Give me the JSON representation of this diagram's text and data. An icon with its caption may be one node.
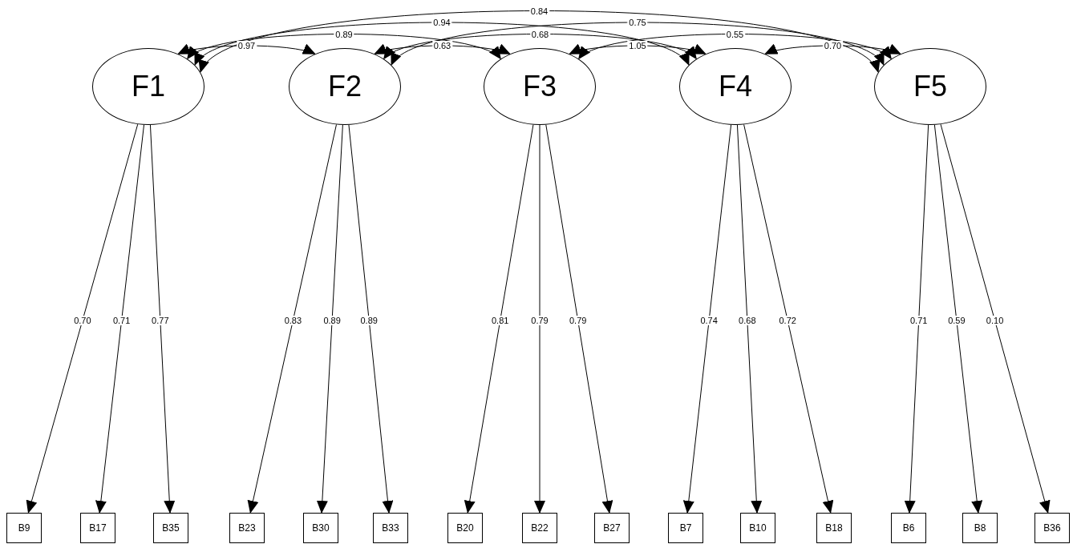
{
  "diagram": {
    "nodes": [
      {
        "text": [
          "F1"
        ]
      },
      {
        "text": [
          "F2"
        ]
      },
      {
        "text": [
          "F3"
        ]
      },
      {
        "text": [
          "F4"
        ]
      },
      {
        "text": [
          "F5"
        ]
      },
      {
        "text": [
          "B9"
        ]
      },
      {
        "text": [
          "B17"
        ]
      },
      {
        "text": [
          "B35"
        ]
      },
      {
        "text": [
          "B23"
        ]
      },
      {
        "text": [
          "B30"
        ]
      },
      {
        "text": [
          "B33"
        ]
      },
      {
        "text": [
          "B20"
        ]
      },
      {
        "text": [
          "B22"
        ]
      },
      {
        "text": [
          "B27"
        ]
      },
      {
        "text": [
          "B7"
        ]
      },
      {
        "text": [
          "B10"
        ]
      },
      {
        "text": [
          "B18"
        ]
      },
      {
        "text": [
          "B6"
        ]
      },
      {
        "text": [
          "B8"
        ]
      },
      {
        "text": [
          "B36"
        ]
      }
    ],
    "edges": [
      {
        "from": 0,
        "to": 1,
        "arrow": "both",
        "label": "0.97"
      },
      {
        "from": 1,
        "to": 2,
        "arrow": "both",
        "label": "0.63"
      },
      {
        "from": 2,
        "to": 3,
        "arrow": "both",
        "label": "1.05"
      },
      {
        "from": 3,
        "to": 4,
        "arrow": "both",
        "label": "0.70"
      },
      {
        "from": 0,
        "to": 2,
        "arrow": "both",
        "label": "0.89"
      },
      {
        "from": 1,
        "to": 3,
        "arrow": "both",
        "label": "0.68"
      },
      {
        "from": 2,
        "to": 4,
        "arrow": "both",
        "label": "0.55"
      },
      {
        "from": 0,
        "to": 3,
        "arrow": "both",
        "label": "0.94"
      },
      {
        "from": 1,
        "to": 4,
        "arrow": "both",
        "label": "0.75"
      },
      {
        "from": 0,
        "to": 4,
        "arrow": "both",
        "label": "0.84"
      },
      {
        "from": 0,
        "to": 5,
        "arrow": "to",
        "label": "0.70"
      },
      {
        "from": 0,
        "to": 6,
        "arrow": "to",
        "label": "0.71"
      },
      {
        "from": 0,
        "to": 7,
        "arrow": "to",
        "label": "0.77"
      },
      {
        "from": 1,
        "to": 8,
        "arrow": "to",
        "label": "0.83"
      },
      {
        "from": 1,
        "to": 9,
        "arrow": "to",
        "label": "0.89"
      },
      {
        "from": 1,
        "to": 10,
        "arrow": "to",
        "label": "0.89"
      },
      {
        "from": 2,
        "to": 11,
        "arrow": "to",
        "label": "0.81"
      },
      {
        "from": 2,
        "to": 12,
        "arrow": "to",
        "label": "0.79"
      },
      {
        "from": 2,
        "to": 13,
        "arrow": "to",
        "label": "0.79"
      },
      {
        "from": 3,
        "to": 14,
        "arrow": "to",
        "label": "0.74"
      },
      {
        "from": 3,
        "to": 15,
        "arrow": "to",
        "label": "0.68"
      },
      {
        "from": 3,
        "to": 16,
        "arrow": "to",
        "label": "0.72"
      },
      {
        "from": 4,
        "to": 17,
        "arrow": "to",
        "label": "0.71"
      },
      {
        "from": 4,
        "to": 18,
        "arrow": "to",
        "label": "0.59"
      },
      {
        "from": 4,
        "to": 19,
        "arrow": "to",
        "label": "0.10"
      }
    ]
  }
}
